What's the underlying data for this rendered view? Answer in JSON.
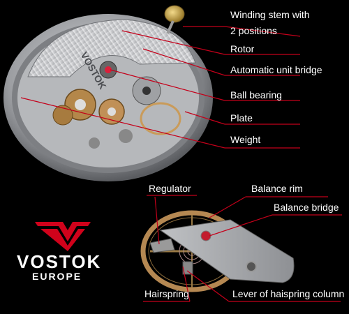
{
  "brand": {
    "name": "VOSTOK",
    "sub": "EUROPE",
    "accent": "#d0021b"
  },
  "diagram_labels": {
    "movement": [
      {
        "id": "winding-stem",
        "lines": [
          "Winding stem with",
          "2 positions"
        ]
      },
      {
        "id": "rotor",
        "lines": [
          "Rotor"
        ]
      },
      {
        "id": "automatic-unit-bridge",
        "lines": [
          "Automatic unit bridge"
        ]
      },
      {
        "id": "ball-bearing",
        "lines": [
          "Ball bearing"
        ]
      },
      {
        "id": "plate",
        "lines": [
          "Plate"
        ]
      },
      {
        "id": "weight",
        "lines": [
          "Weight"
        ]
      }
    ],
    "balance": [
      {
        "id": "regulator",
        "lines": [
          "Regulator"
        ]
      },
      {
        "id": "balance-rim",
        "lines": [
          "Balance rim"
        ]
      },
      {
        "id": "balance-bridge",
        "lines": [
          "Balance bridge"
        ]
      },
      {
        "id": "hairspring",
        "lines": [
          "Hairspring"
        ]
      },
      {
        "id": "lever-of-hairspring-column",
        "lines": [
          "Lever of haispring column"
        ]
      }
    ]
  },
  "rotor_engraving": "VOSTOK",
  "line_color": "#c4001a"
}
